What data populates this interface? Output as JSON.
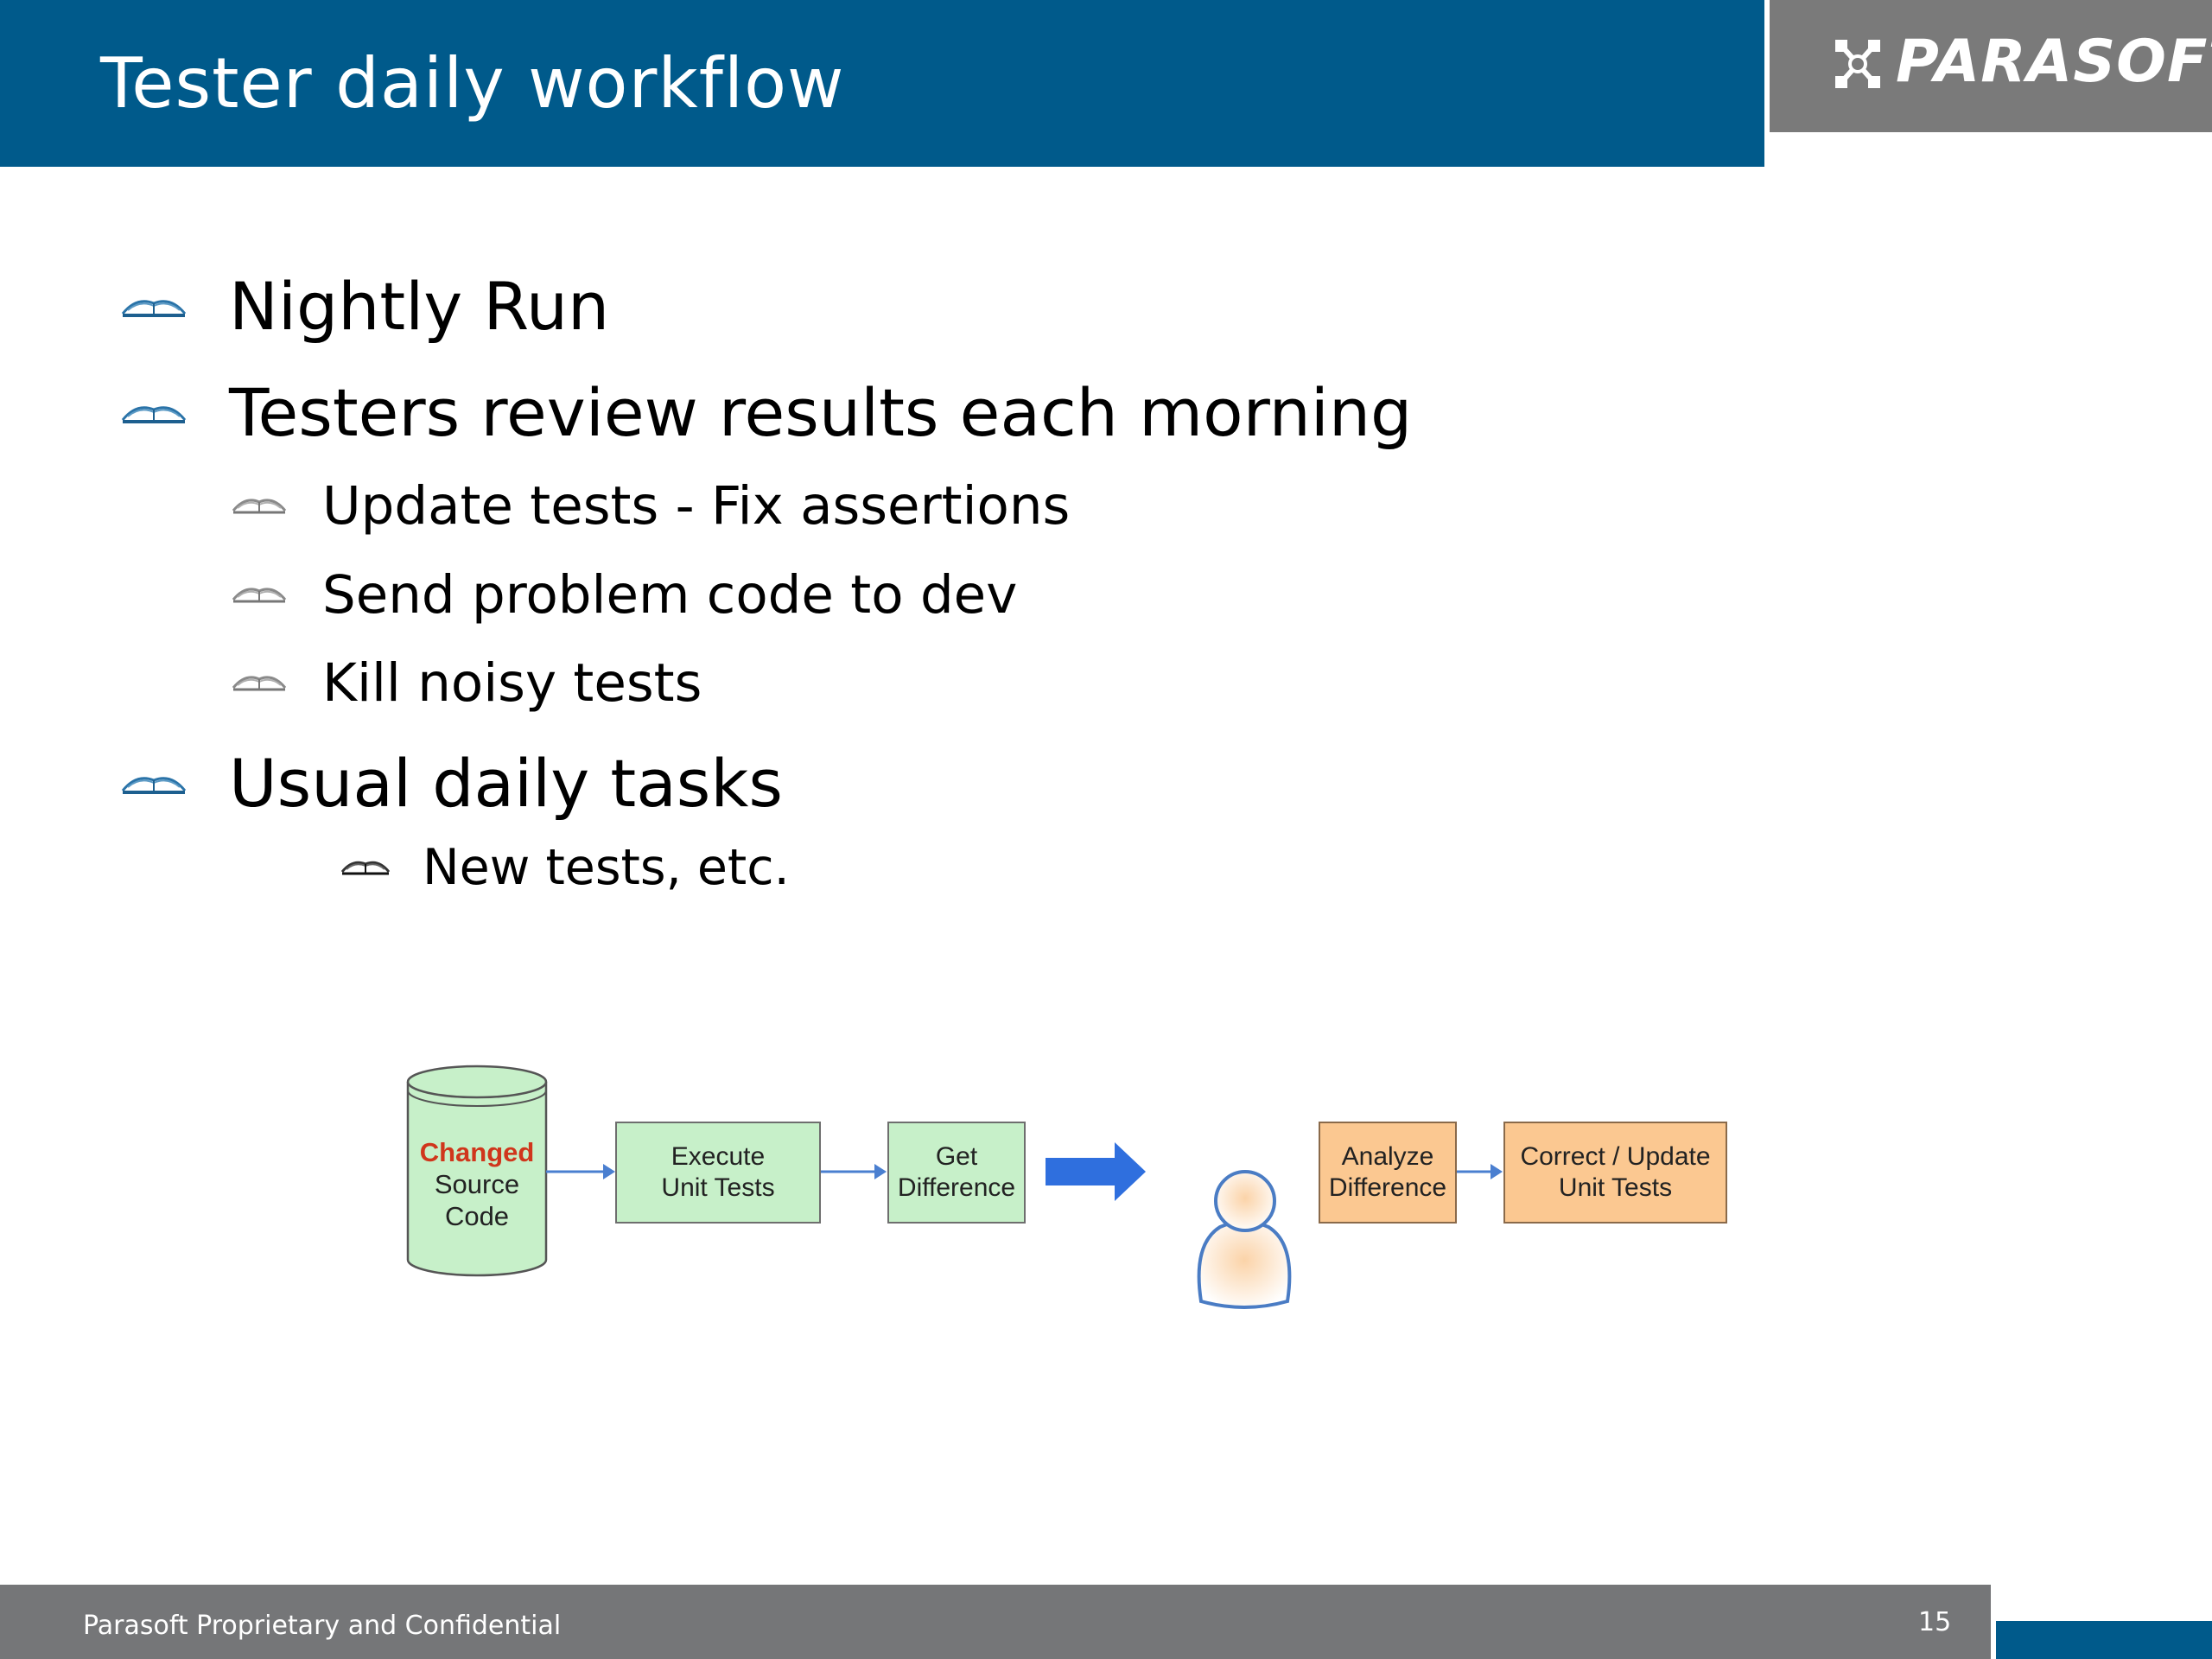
{
  "slide": {
    "title": "Tester daily workflow",
    "logo": "PARASOFT",
    "bullets": [
      {
        "text": "Nightly Run",
        "level": 1,
        "icon": "book-icon"
      },
      {
        "text": "Testers review results each morning",
        "level": 1,
        "icon": "book-icon"
      },
      {
        "text": "Update tests - Fix assertions",
        "level": 2,
        "icon": "book-icon"
      },
      {
        "text": "Send problem code to dev",
        "level": 2,
        "icon": "book-icon"
      },
      {
        "text": "Kill noisy tests",
        "level": 2,
        "icon": "book-icon"
      },
      {
        "text": "Usual daily tasks",
        "level": 1,
        "icon": "book-icon"
      },
      {
        "text": "New tests, etc.",
        "level": 3,
        "icon": "book-icon"
      }
    ]
  },
  "diagram": {
    "source": {
      "changed": "Changed",
      "line2": "Source",
      "line3": "Code"
    },
    "steps": [
      {
        "line1": "Execute",
        "line2": "Unit Tests"
      },
      {
        "line1": "Get",
        "line2": "Difference"
      },
      {
        "line1": "Analyze",
        "line2": "Difference"
      },
      {
        "line1": "Correct / Update",
        "line2": "Unit Tests"
      }
    ],
    "person_icon": "person-icon",
    "colors": {
      "green": "#c7f0c9",
      "orange": "#fbc891",
      "arrow": "#2f6fde",
      "brand": "#005a8b"
    }
  },
  "footer": {
    "text": "Parasoft Proprietary and Confidential",
    "page": "15"
  }
}
